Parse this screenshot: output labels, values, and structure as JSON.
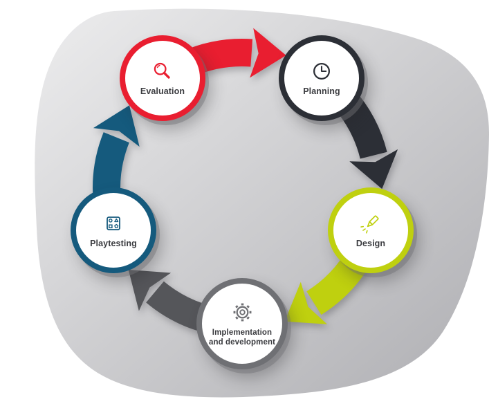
{
  "diagram": {
    "type": "cycle",
    "stages": [
      {
        "label": "Evaluation",
        "icon": "magnifier-icon",
        "color": "#e91e30"
      },
      {
        "label": "Planning",
        "icon": "clock-icon",
        "color": "#2c2f36"
      },
      {
        "label": "Design",
        "icon": "pen-tool-icon",
        "color": "#bfd00f"
      },
      {
        "label": "Implementation and development",
        "icon": "gear-icon",
        "color": "#6f7074"
      },
      {
        "label": "Playtesting",
        "icon": "shapes-card-icon",
        "color": "#155a7d"
      }
    ],
    "arrows": [
      {
        "from": "Evaluation",
        "to": "Planning",
        "color": "#e91e30"
      },
      {
        "from": "Planning",
        "to": "Design",
        "color": "#2c2f36"
      },
      {
        "from": "Design",
        "to": "Implementation and development",
        "color": "#bfd00f"
      },
      {
        "from": "Implementation and development",
        "to": "Playtesting",
        "color": "#55565a"
      },
      {
        "from": "Playtesting",
        "to": "Evaluation",
        "color": "#155a7d"
      }
    ],
    "background": {
      "page": "#ffffff",
      "blob_gradient_start": "#ededee",
      "blob_gradient_end": "#aeaeb2"
    },
    "label_color": "#3a3b3f"
  }
}
